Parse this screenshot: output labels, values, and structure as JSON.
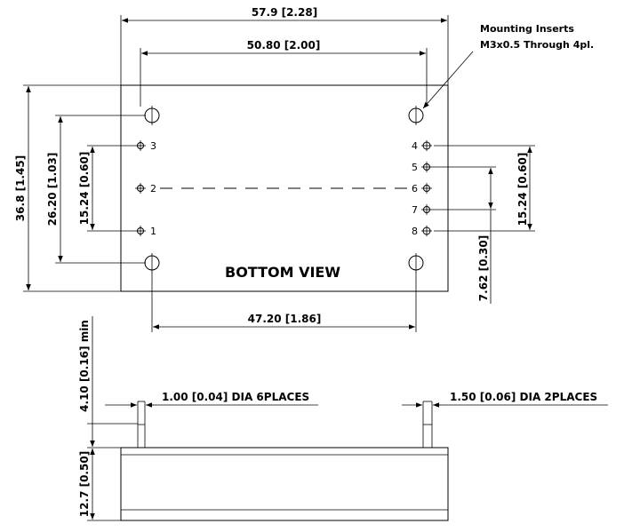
{
  "dimensions": {
    "overall_width": "57.9 [2.28]",
    "mount_spacing_top": "50.80 [2.00]",
    "mount_spacing_bottom": "47.20 [1.86]",
    "overall_height": "36.8 [1.45]",
    "mount_spacing_vertical": "26.20 [1.03]",
    "left_pin_spacing": "15.24 [0.60]",
    "right_pin_spacing": "15.24 [0.60]",
    "right_pin_pitch": "7.62 [0.30]",
    "pin_length": "4.10 [0.16] min",
    "body_height": "12.7 [0.50]"
  },
  "callouts": {
    "mounting_line1": "Mounting Inserts",
    "mounting_line2": "M3x0.5 Through 4pl.",
    "pin_dia_small": "1.00 [0.04] DIA 6PLACES",
    "pin_dia_large": "1.50 [0.06] DIA 2PLACES"
  },
  "view_title": "BOTTOM VIEW",
  "pins": [
    "1",
    "2",
    "3",
    "4",
    "5",
    "6",
    "7",
    "8"
  ]
}
